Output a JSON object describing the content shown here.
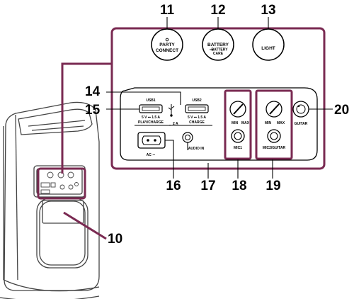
{
  "callouts": {
    "c10": "10",
    "c11": "11",
    "c12": "12",
    "c13": "13",
    "c14": "14",
    "c15": "15",
    "c16": "16",
    "c17": "17",
    "c18": "18",
    "c19": "19",
    "c20": "20"
  },
  "buttons": {
    "party_connect_line1": "PARTY",
    "party_connect_line2": "CONNECT",
    "battery_line1": "BATTERY",
    "battery_line2": "BATTERY",
    "battery_line3": "CARE",
    "light": "LIGHT"
  },
  "panel": {
    "usb1_label": "USB1",
    "usb1_rating": "5 V ⎓ 1.5 A",
    "usb1_caption": "PLAY/CHARGE",
    "usb2_label": "USB2",
    "usb2_rating": "5 V ⎓ 1.5 A",
    "usb2_caption": "CHARGE",
    "total_current": "2 A",
    "ac_label": "AC ∼",
    "audio_in_label": "AUDIO IN",
    "mic1_min": "MIN",
    "mic1_max": "MAX",
    "mic1_label": "MIC1",
    "mic2_min": "MIN",
    "mic2_max": "MAX",
    "mic2_label": "MIC2/GUITAR",
    "guitar_label": "GUITAR"
  },
  "colors": {
    "callout_line": "#7a2a52",
    "outline": "#000000",
    "speaker_outline": "#444444"
  }
}
